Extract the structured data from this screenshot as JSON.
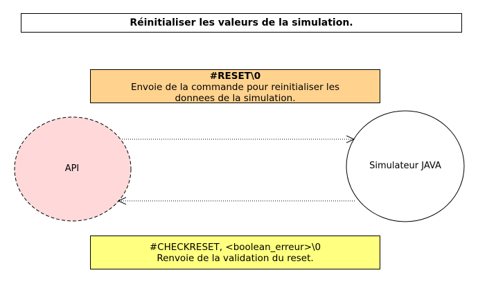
{
  "title": "Réinitialiser les valeurs de la simulation.",
  "colors": {
    "reset_note": "#ffd28e",
    "check_note": "#ffff80",
    "api_node": "#ffd9d9",
    "sim_node": "#ffffff",
    "border": "#000000"
  },
  "nodes": {
    "api": {
      "label": "API"
    },
    "simulator": {
      "label": "Simulateur JAVA"
    }
  },
  "reset_message": {
    "command": "#RESET\\0",
    "line1": "Envoie de la commande pour reinitialiser les",
    "line2": "donnees de la simulation."
  },
  "check_message": {
    "command": "#CHECKRESET, <boolean_erreur>\\0",
    "line1": "Renvoie de la validation du reset."
  }
}
